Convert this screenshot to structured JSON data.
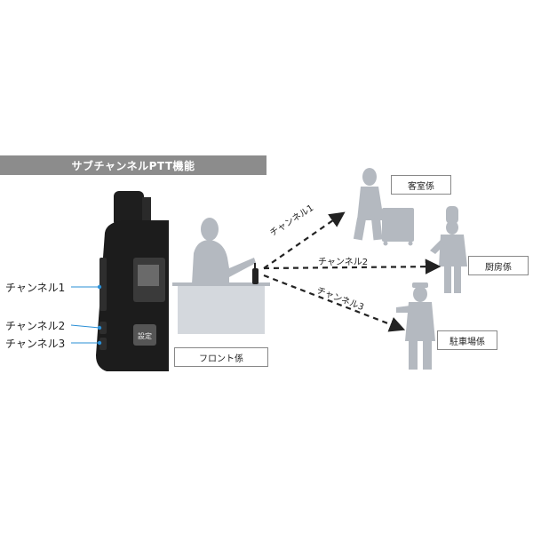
{
  "header": {
    "title": "サブチャンネルPTT機能"
  },
  "radio": {
    "button_labels": [
      "チャンネル1",
      "チャンネル2",
      "チャンネル3"
    ],
    "key_label": "設定"
  },
  "stations": {
    "front": "フロント係",
    "guest_room": "客室係",
    "kitchen": "厨房係",
    "parking": "駐車場係"
  },
  "channels": [
    "チャンネル1",
    "チャンネル2",
    "チャンネル3"
  ],
  "colors": {
    "header_bg": "#8c8c8c",
    "figure": "#b4b9c0",
    "arrow": "#222222"
  }
}
